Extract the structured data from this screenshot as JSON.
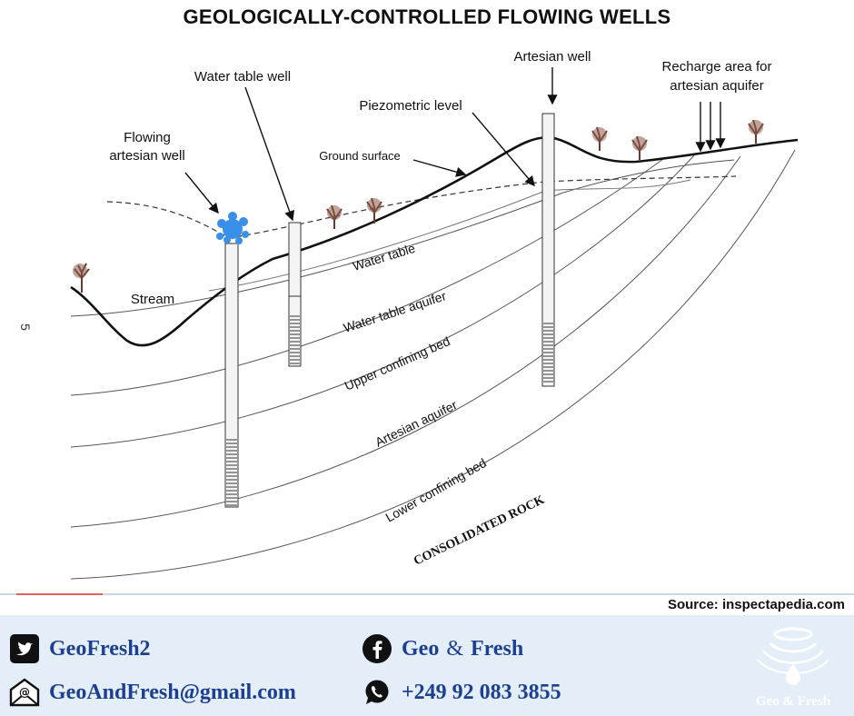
{
  "title": "GEOLOGICALLY-CONTROLLED FLOWING WELLS",
  "page_number": "5",
  "labels": {
    "flowing_well_line1": "Flowing",
    "flowing_well_line2": "artesian well",
    "water_table_well": "Water table well",
    "piezometric_level": "Piezometric level",
    "ground_surface": "Ground surface",
    "artesian_well": "Artesian well",
    "recharge_line1": "Recharge area for",
    "recharge_line2": "artesian aquifer",
    "stream": "Stream",
    "water_table": "Water table",
    "water_table_aquifer": "Water table aquifer",
    "upper_confining_bed": "Upper confining bed",
    "artesian_aquifer": "Artesian aquifer",
    "lower_confining_bed": "Lower confining bed",
    "consolidated_rock": "CONSOLIDATED ROCK"
  },
  "source": "Source: inspectapedia.com",
  "footer": {
    "twitter": "GeoFresh2",
    "facebook_part1": "Geo",
    "facebook_amp": "&",
    "facebook_part2": "Fresh",
    "email": "GeoAndFresh@gmail.com",
    "phone": "+249 92 083 3855",
    "logo_text": "Geo & Fresh"
  },
  "colors": {
    "footer_bg": "#e4eef9",
    "footer_text": "#1d3f8f",
    "splash": "#3a8fe8",
    "tree": "#6b3a2a"
  },
  "icons": [
    "twitter-icon",
    "facebook-icon",
    "email-icon",
    "whatsapp-icon"
  ]
}
